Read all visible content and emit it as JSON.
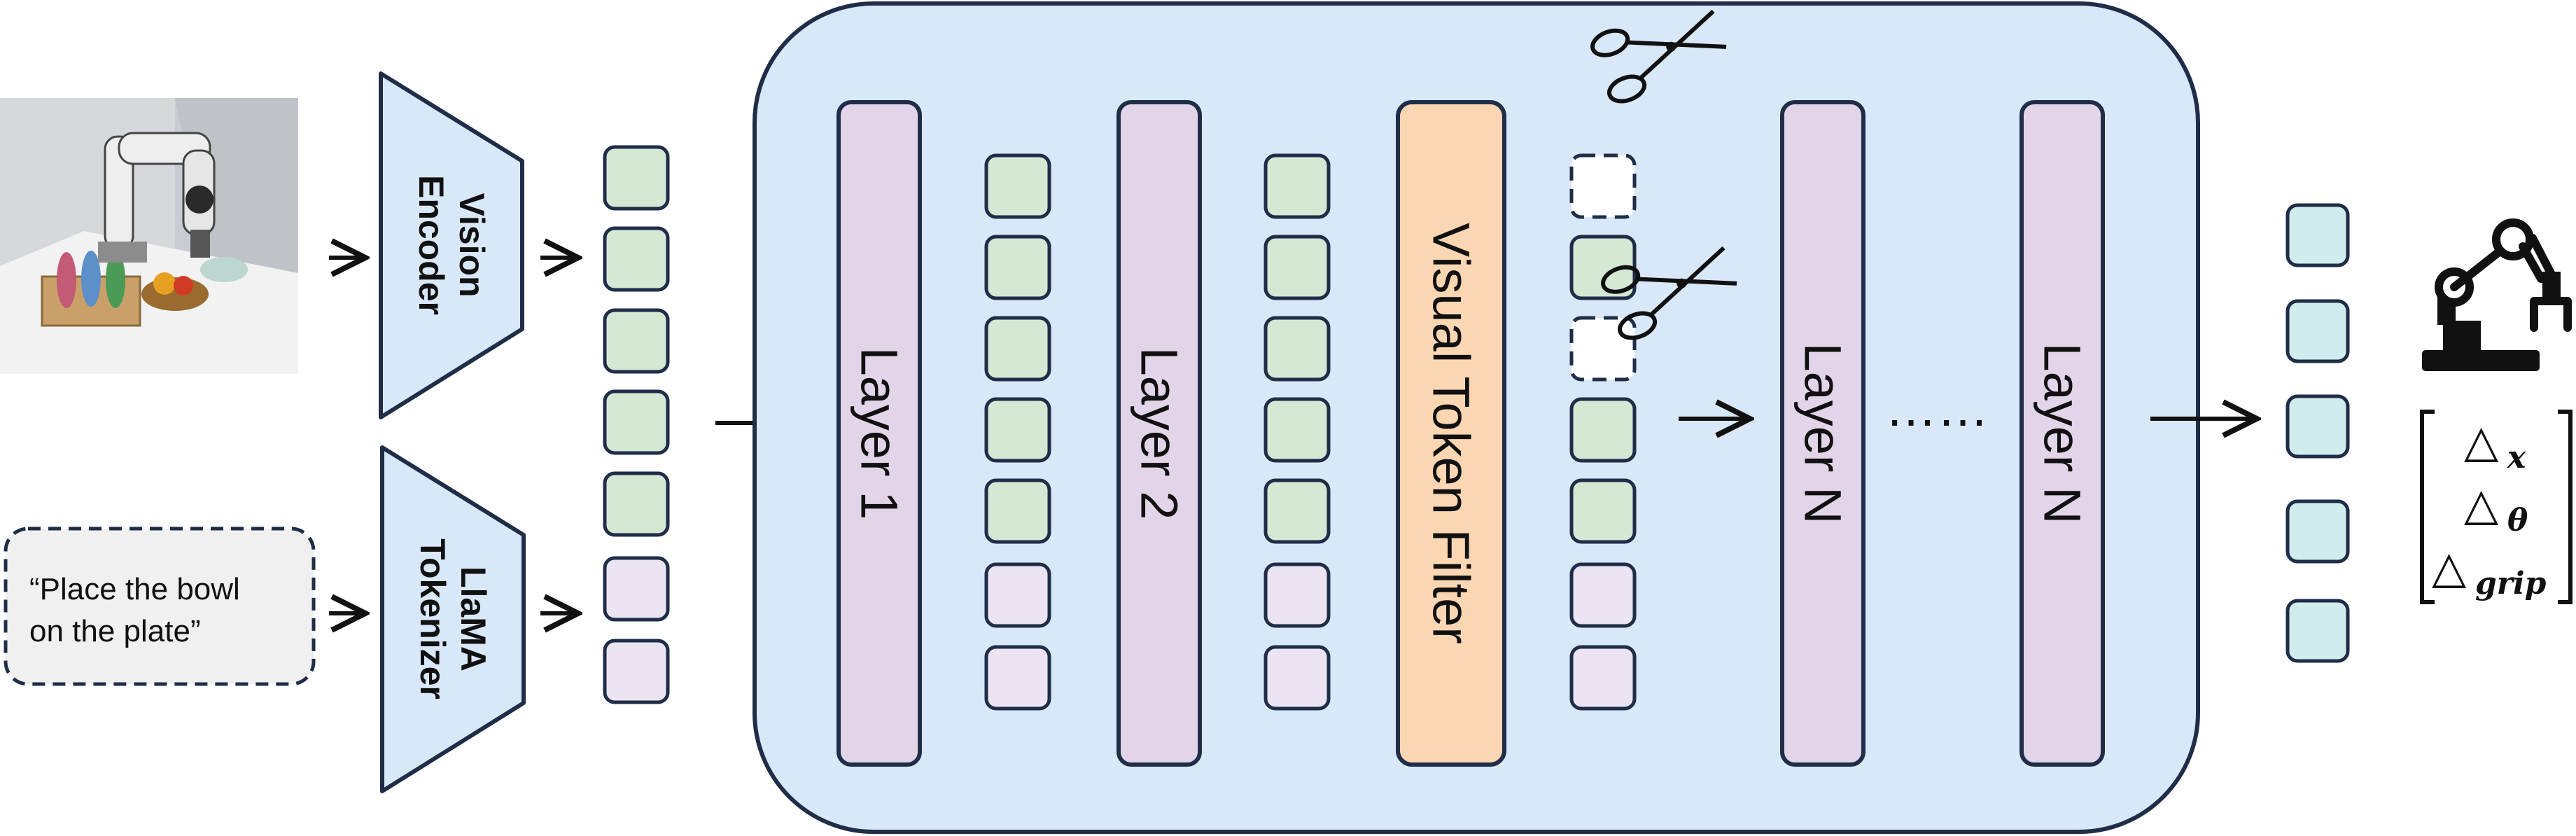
{
  "input": {
    "instruction_line1": "“Place the bowl",
    "instruction_line2": "on the plate”"
  },
  "encoders": {
    "vision_line1": "Vision",
    "vision_line2": "Encoder",
    "tokenizer_line1": "LlaMA",
    "tokenizer_line2": "Tokenizer"
  },
  "layers": {
    "layer1": "Layer 1",
    "layer2": "Layer 2",
    "filter": "Visual Token Filter",
    "layerN_a": "Layer N",
    "ellipsis": "……",
    "layerN_b": "Layer N"
  },
  "action": {
    "delta_symbol": "△",
    "sub_x": "x",
    "sub_theta": "θ",
    "sub_grip": "grip"
  },
  "colors": {
    "panel_fill": "#d9e8f8",
    "visual_token": "#d4e8d4",
    "text_token": "#ede4f3",
    "layer_fill": "#e2d5ea",
    "filter_fill": "#fbd6b2",
    "output_token": "#d1ecec",
    "encoder_fill": "#d9e8f8",
    "stroke": "#1f2d48"
  }
}
